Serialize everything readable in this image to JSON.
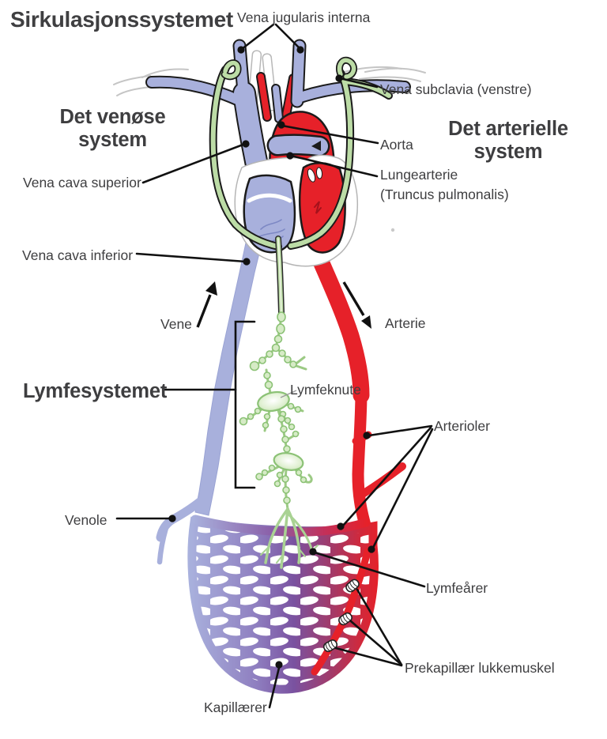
{
  "title": "Sirkulasjonssystemet",
  "sections": {
    "venous_heading": {
      "line1": "Det venøse",
      "line2": "system"
    },
    "arterial_heading": {
      "line1": "Det arterielle",
      "line2": "system"
    },
    "lymph_heading": "Lymfesystemet"
  },
  "labels": {
    "vena_jugularis_interna": "Vena jugularis interna",
    "vena_subclavia": "Vena subclavia (venstre)",
    "aorta": "Aorta",
    "lungearterie_line1": "Lungearterie",
    "lungearterie_line2": "(Truncus pulmonalis)",
    "vena_cava_superior": "Vena cava superior",
    "vena_cava_inferior": "Vena cava inferior",
    "vene": "Vene",
    "arterie": "Arterie",
    "lymfeknute": "Lymfeknute",
    "arterioler": "Arterioler",
    "venole": "Venole",
    "lymfearer": "Lymfeårer",
    "prekapillar_lukkemuskel": "Prekapillær lukkemuskel",
    "kapillarer": "Kapillærer"
  },
  "colors": {
    "text": "#3e3e40",
    "vein_blue": "#a8b0dc",
    "artery_red": "#e62129",
    "lymph_green": "#bcdca6",
    "lymph_soft_green": "#8cc276",
    "capillary_purple": "#7a52a0",
    "leader_black": "#111111"
  }
}
